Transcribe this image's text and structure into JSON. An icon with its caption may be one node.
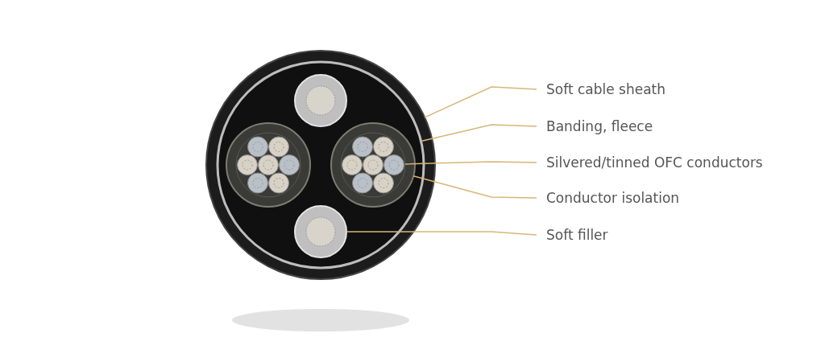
{
  "diagram": {
    "nodes": [
      {
        "text": [
          "Soft cable sheath"
        ]
      },
      {
        "text": [
          "Banding, fleece"
        ]
      },
      {
        "text": [
          "Silvered/tinned OFC conductors"
        ]
      },
      {
        "text": [
          "Conductor isolation"
        ]
      },
      {
        "text": [
          "Soft filler"
        ]
      },
      {
        "text": [],
        "shape": "circle"
      },
      {
        "text": [],
        "shape": "circle",
        "in": 5
      },
      {
        "text": [],
        "shape": "circle",
        "in": 6
      },
      {
        "text": [],
        "shape": "circle",
        "in": 6
      },
      {
        "text": [],
        "shape": "circle",
        "in": 8
      },
      {
        "text": [],
        "shape": "circle",
        "in": 6
      },
      {
        "text": [],
        "shape": "circle",
        "in": 10
      },
      {
        "text": [],
        "shape": "circle",
        "in": 6
      }
    ],
    "edges": [
      {
        "from": 0,
        "to": 5,
        "arrow": "none"
      },
      {
        "from": 1,
        "to": 6,
        "arrow": "none"
      },
      {
        "from": 2,
        "to": 11,
        "arrow": "none"
      },
      {
        "from": 3,
        "to": 10,
        "arrow": "none"
      },
      {
        "from": 4,
        "to": 12,
        "arrow": "none"
      }
    ]
  }
}
